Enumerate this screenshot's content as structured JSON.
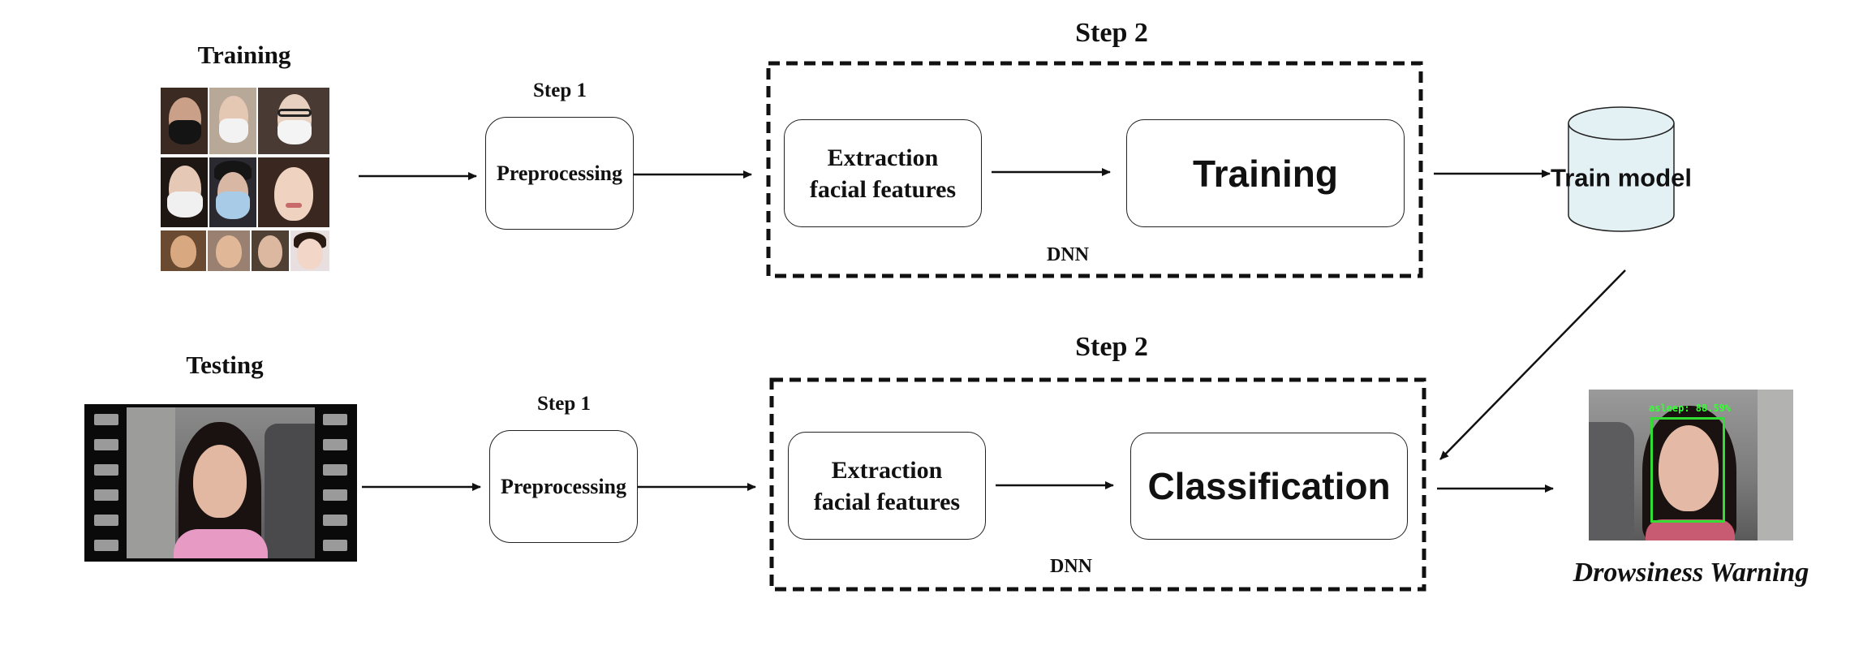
{
  "training": {
    "section_label": "Training",
    "step1": {
      "step_label": "Step 1",
      "box_label": "Preprocessing"
    },
    "step2": {
      "step_label": "Step 2",
      "extraction_line1": "Extraction",
      "extraction_line2": "facial features",
      "main_box_label": "Training",
      "group_label": "DNN"
    },
    "output_label": "Train model"
  },
  "testing": {
    "section_label": "Testing",
    "step1": {
      "step_label": "Step 1",
      "box_label": "Preprocessing"
    },
    "step2": {
      "step_label": "Step 2",
      "extraction_line1": "Extraction",
      "extraction_line2": "facial features",
      "main_box_label": "Classification",
      "group_label": "DNN"
    },
    "result": {
      "detection_text": "asleep: 88.59%",
      "caption": "Drowsiness Warning"
    }
  },
  "colors": {
    "line": "#111111",
    "cylinder_fill": "#e3f0f4",
    "detection_box": "#33dd33",
    "film_strip": "#0a0a0a"
  }
}
